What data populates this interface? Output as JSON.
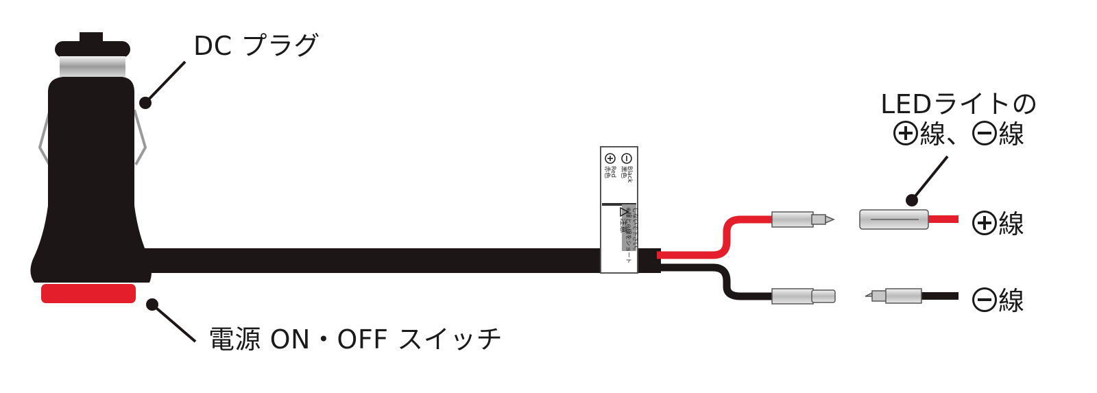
{
  "labels": {
    "dc_plug": "DC プラグ",
    "power_switch": "電源 ON・OFF スイッチ",
    "led_line1": "LEDライトの",
    "led_line2_part1": "線、",
    "led_line2_part2": "線",
    "plus_wire": "線",
    "minus_wire": "線"
  },
  "cable_tag": {
    "red_en": "Red",
    "red_jp": "赤色",
    "black_en": "Black",
    "black_jp": "黒色",
    "caution": "注意",
    "warning_line1": "⊕線と⊖線をショート",
    "warning_line2": "しないで下さい。"
  },
  "colors": {
    "cable": "#1c1616",
    "red_wire": "#e41e2b",
    "switch": "#e41e2b",
    "text": "#1a1a1a"
  },
  "icons": [
    "plus-circle-icon",
    "minus-circle-icon",
    "warning-triangle-icon"
  ]
}
